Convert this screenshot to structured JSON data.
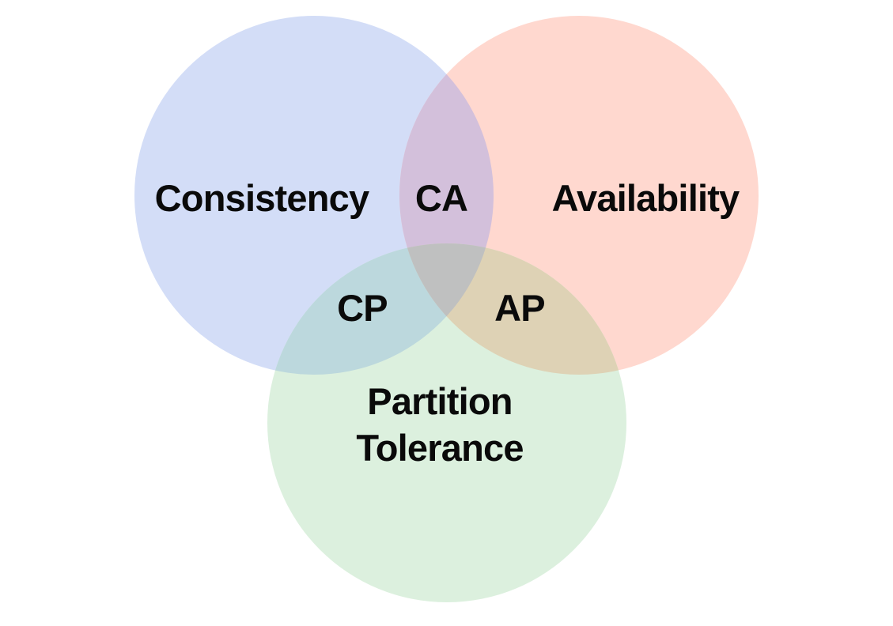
{
  "background": "#ffffff",
  "text_color": "#0a0a0a",
  "colors": {
    "consistency": "#d3ddf7",
    "availability": "#ffd8cf",
    "partition": "#dcf0de",
    "ca": "#d3c0db",
    "cp": "#bcd8dd",
    "ap": "#ded2b5",
    "center": "#bfc0c0"
  },
  "labels": {
    "consistency": "Consistency",
    "availability": "Availability",
    "partition_line1": "Partition",
    "partition_line2": "Tolerance",
    "ca": "CA",
    "cp": "CP",
    "ap": "AP"
  },
  "diagram": {
    "type": "venn",
    "topic": "CAP",
    "sets": [
      {
        "label": "Consistency",
        "color": "#d3ddf7"
      },
      {
        "label": "Availability",
        "color": "#ffd8cf"
      },
      {
        "label": "Partition Tolerance",
        "color": "#dcf0de"
      }
    ],
    "intersections": [
      {
        "label": "CA",
        "between": [
          "Consistency",
          "Availability"
        ],
        "color": "#d3c0db"
      },
      {
        "label": "CP",
        "between": [
          "Consistency",
          "Partition Tolerance"
        ],
        "color": "#bcd8dd"
      },
      {
        "label": "AP",
        "between": [
          "Availability",
          "Partition Tolerance"
        ],
        "color": "#ded2b5"
      },
      {
        "label": "",
        "between": [
          "Consistency",
          "Availability",
          "Partition Tolerance"
        ],
        "color": "#bfc0c0"
      }
    ]
  }
}
